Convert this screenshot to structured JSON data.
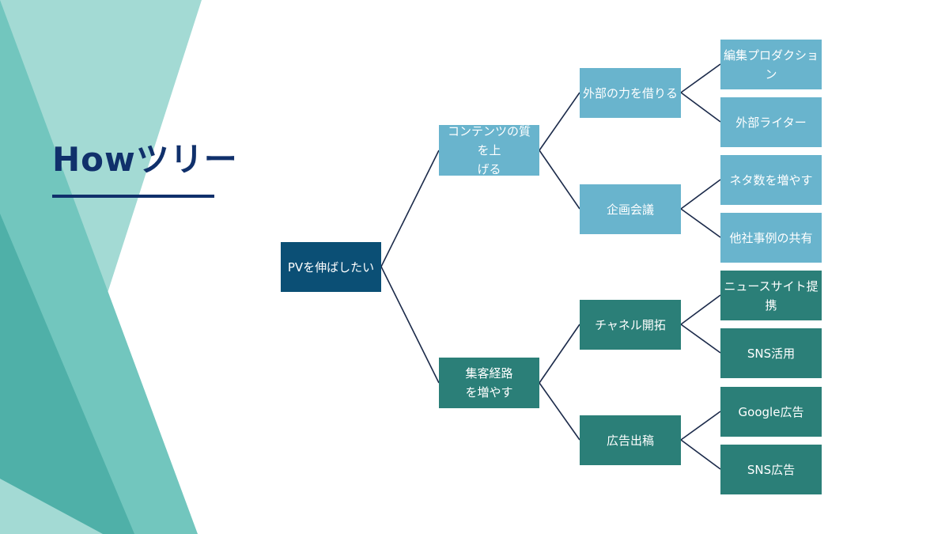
{
  "title": "Howツリー",
  "colors": {
    "title": "#10306b",
    "root": "#0b4f75",
    "branch_blue": "#69b4cd",
    "branch_teal": "#2b7f78",
    "connector": "#1b2a4a",
    "decor_light": "#a3dad4",
    "decor_mid": "#72c6be",
    "decor_dark": "#4fb0a8"
  },
  "tree": {
    "root": "PVを伸ばしたい",
    "branches": [
      {
        "label": "コンテンツの質を上げる",
        "line1": "コンテンツの質を上",
        "line2": "げる",
        "children": [
          {
            "label": "外部の力を借りる",
            "children": [
              "編集プロダクション",
              "外部ライター"
            ]
          },
          {
            "label": "企画会議",
            "children": [
              "ネタ数を増やす",
              "他社事例の共有"
            ]
          }
        ]
      },
      {
        "label": "集客経路を増やす",
        "line1": "集客経路",
        "line2": "を増やす",
        "children": [
          {
            "label": "チャネル開拓",
            "children": [
              "ニュースサイト提携",
              "SNS活用"
            ]
          },
          {
            "label": "広告出稿",
            "children": [
              "Google広告",
              "SNS広告"
            ]
          }
        ]
      }
    ]
  }
}
